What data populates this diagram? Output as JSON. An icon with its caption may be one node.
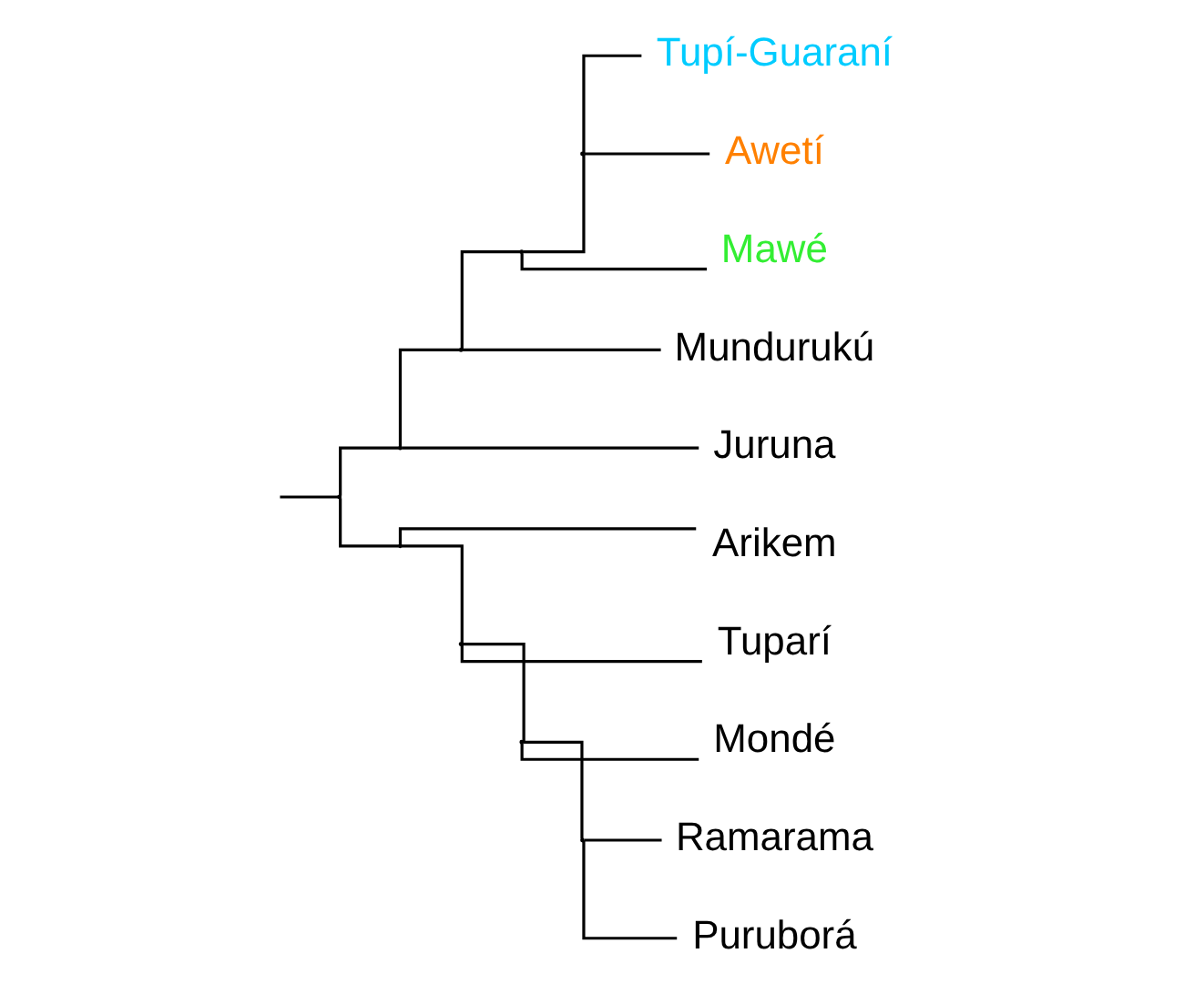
{
  "diagram": {
    "nodes": [
      {
        "text": [],
        "shape": "point"
      },
      {
        "text": [],
        "shape": "point"
      },
      {
        "text": [],
        "shape": "point"
      },
      {
        "text": [],
        "shape": "point"
      },
      {
        "text": [],
        "shape": "point"
      },
      {
        "text": [
          "Tupí-Guaraní"
        ]
      },
      {
        "text": [
          "Awetí"
        ]
      },
      {
        "text": [
          "Mawé"
        ]
      },
      {
        "text": [
          "Mundurukú"
        ]
      },
      {
        "text": [
          "Juruna"
        ]
      },
      {
        "text": [],
        "shape": "point"
      },
      {
        "text": [
          "Arikem"
        ]
      },
      {
        "text": [],
        "shape": "point"
      },
      {
        "text": [
          "Tuparí"
        ]
      },
      {
        "text": [],
        "shape": "point"
      },
      {
        "text": [
          "Mondé"
        ]
      },
      {
        "text": [],
        "shape": "point"
      },
      {
        "text": [
          "Ramarama"
        ]
      },
      {
        "text": [
          "Puruborá"
        ]
      }
    ],
    "edges": [
      {
        "from": null,
        "to": 0,
        "arrow": "none"
      },
      {
        "from": 0,
        "to": 1,
        "arrow": "none"
      },
      {
        "from": 0,
        "to": 10,
        "arrow": "none"
      },
      {
        "from": 1,
        "to": 2,
        "arrow": "none"
      },
      {
        "from": 1,
        "to": 9,
        "arrow": "none"
      },
      {
        "from": 2,
        "to": 3,
        "arrow": "none"
      },
      {
        "from": 2,
        "to": 8,
        "arrow": "none"
      },
      {
        "from": 3,
        "to": 4,
        "arrow": "none"
      },
      {
        "from": 3,
        "to": 7,
        "arrow": "none"
      },
      {
        "from": 4,
        "to": 5,
        "arrow": "none"
      },
      {
        "from": 4,
        "to": 6,
        "arrow": "none"
      },
      {
        "from": 10,
        "to": 11,
        "arrow": "none"
      },
      {
        "from": 10,
        "to": 12,
        "arrow": "none"
      },
      {
        "from": 12,
        "to": 13,
        "arrow": "none"
      },
      {
        "from": 12,
        "to": 14,
        "arrow": "none"
      },
      {
        "from": 14,
        "to": 15,
        "arrow": "none"
      },
      {
        "from": 14,
        "to": 16,
        "arrow": "none"
      },
      {
        "from": 16,
        "to": 17,
        "arrow": "none"
      },
      {
        "from": 16,
        "to": 18,
        "arrow": "none"
      }
    ]
  }
}
